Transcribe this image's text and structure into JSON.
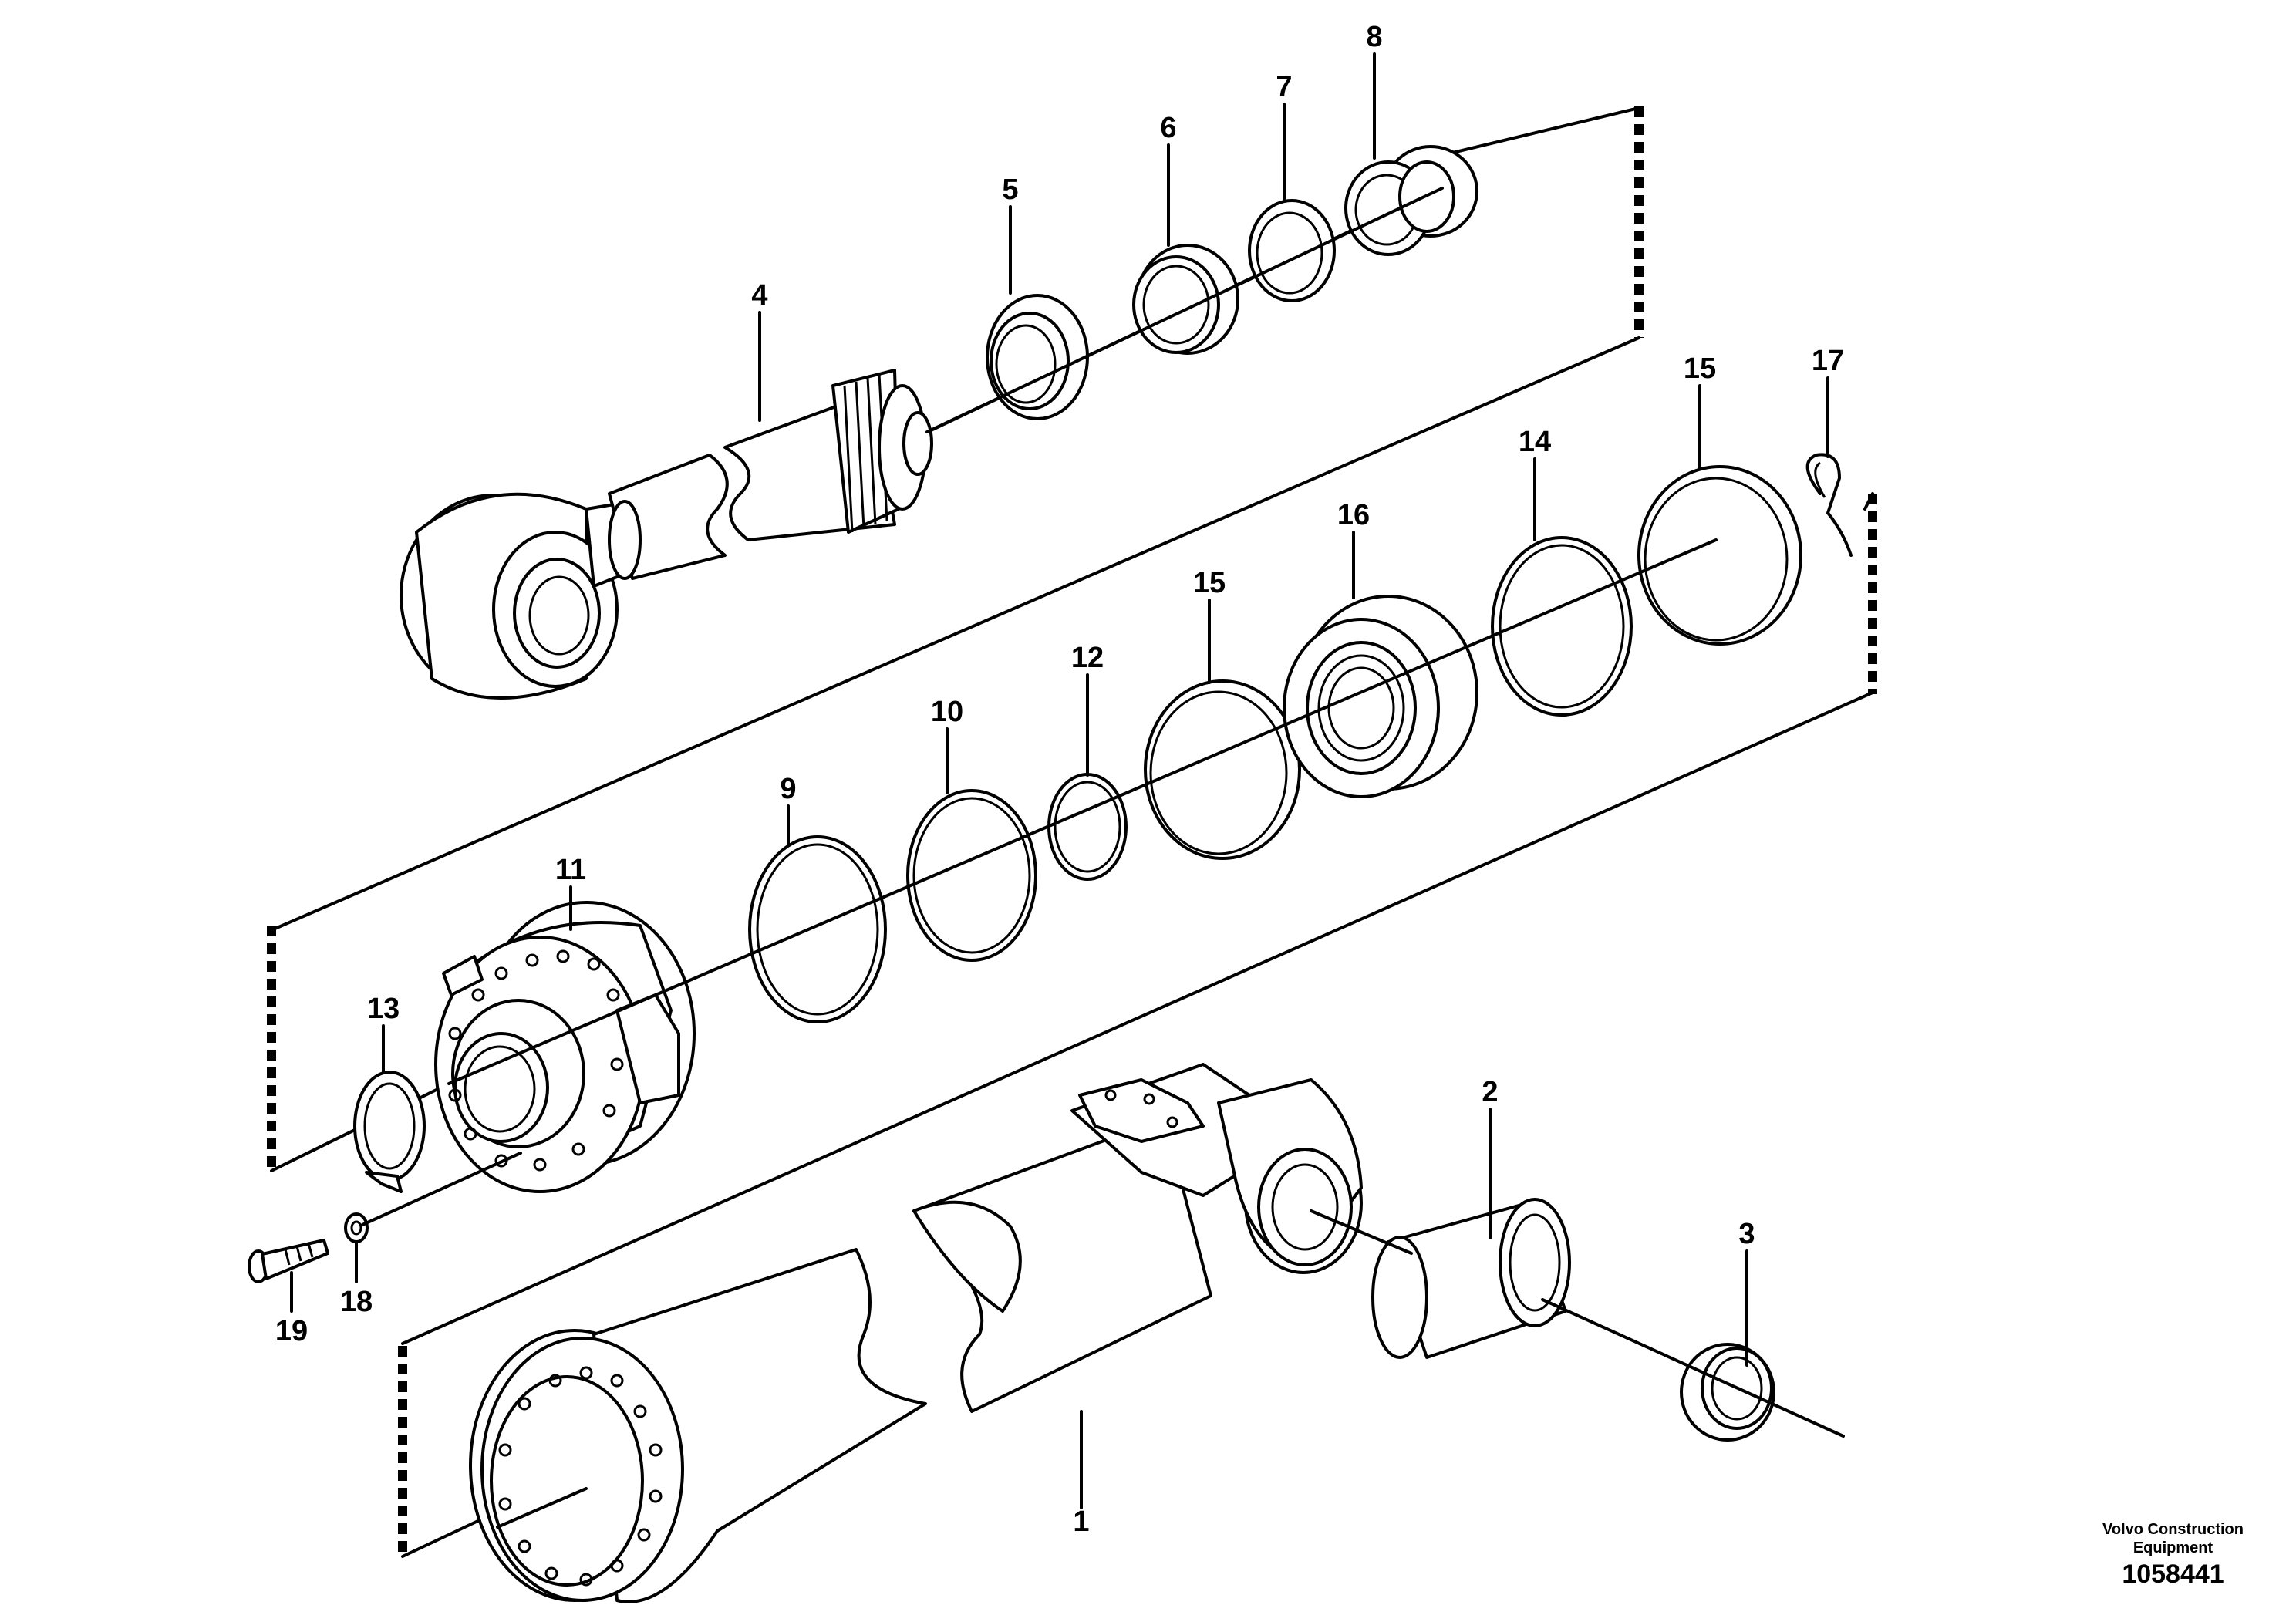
{
  "diagram": {
    "callouts": [
      {
        "id": "c1",
        "text": "1"
      },
      {
        "id": "c2",
        "text": "2"
      },
      {
        "id": "c3",
        "text": "3"
      },
      {
        "id": "c4",
        "text": "4"
      },
      {
        "id": "c5",
        "text": "5"
      },
      {
        "id": "c6",
        "text": "6"
      },
      {
        "id": "c7",
        "text": "7"
      },
      {
        "id": "c8",
        "text": "8"
      },
      {
        "id": "c9",
        "text": "9"
      },
      {
        "id": "c10",
        "text": "10"
      },
      {
        "id": "c11",
        "text": "11"
      },
      {
        "id": "c12",
        "text": "12"
      },
      {
        "id": "c13",
        "text": "13"
      },
      {
        "id": "c14",
        "text": "14"
      },
      {
        "id": "c15a",
        "text": "15"
      },
      {
        "id": "c15b",
        "text": "15"
      },
      {
        "id": "c16",
        "text": "16"
      },
      {
        "id": "c17",
        "text": "17"
      },
      {
        "id": "c18",
        "text": "18"
      },
      {
        "id": "c19",
        "text": "19"
      }
    ]
  },
  "footer": {
    "brand_line1": "Volvo Construction",
    "brand_line2": "Equipment",
    "drawing_number": "1058441"
  }
}
